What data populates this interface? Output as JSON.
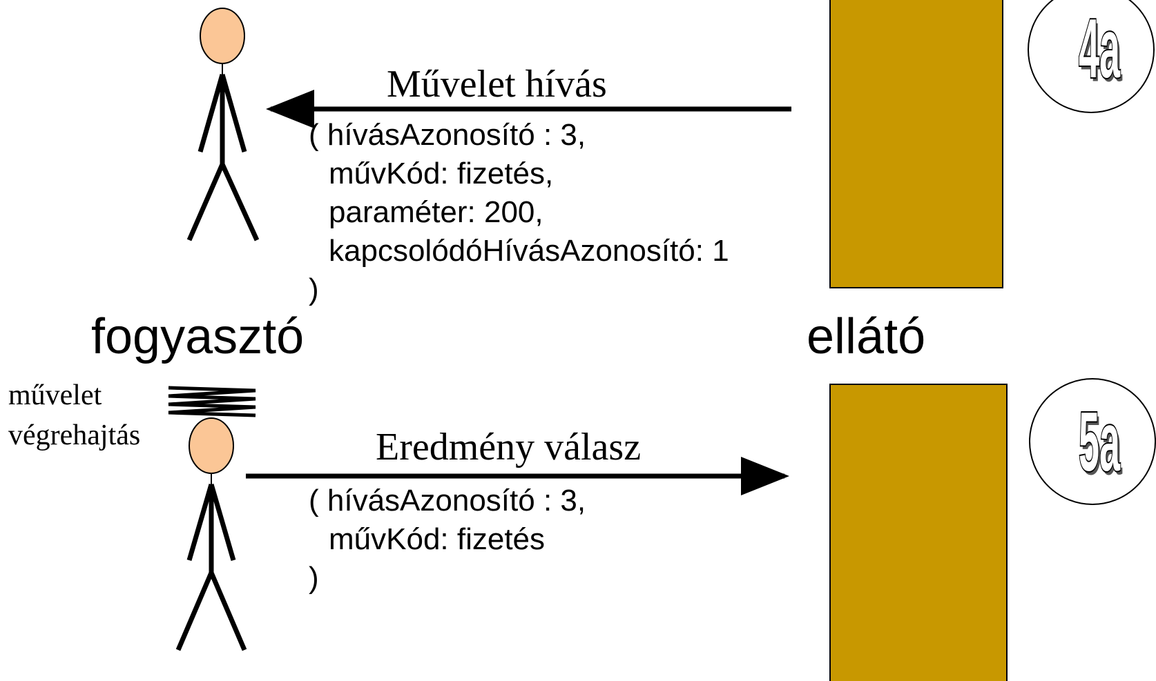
{
  "colors": {
    "provider_box": "#C89800",
    "head": "#FBC696",
    "stroke": "#000000"
  },
  "top": {
    "arrow_label": "Művelet hívás",
    "params": [
      "( hívásAzonosító : 3,",
      "műv",
      "paraméter: 200,",
      "kapcsolódóHívásAzonosító: 1",
      ")"
    ],
    "badge": "4a"
  },
  "roles": {
    "consumer": "fogyasztó",
    "provider": "ellátó"
  },
  "execution": {
    "line1": "művelet",
    "line2": "végrehajtás"
  },
  "bottom": {
    "arrow_label": "Eredmény válasz",
    "params": [
      "( hívásAzonosító : 3,",
      "művKód: fizetés",
      ")"
    ],
    "badge": "5a"
  }
}
